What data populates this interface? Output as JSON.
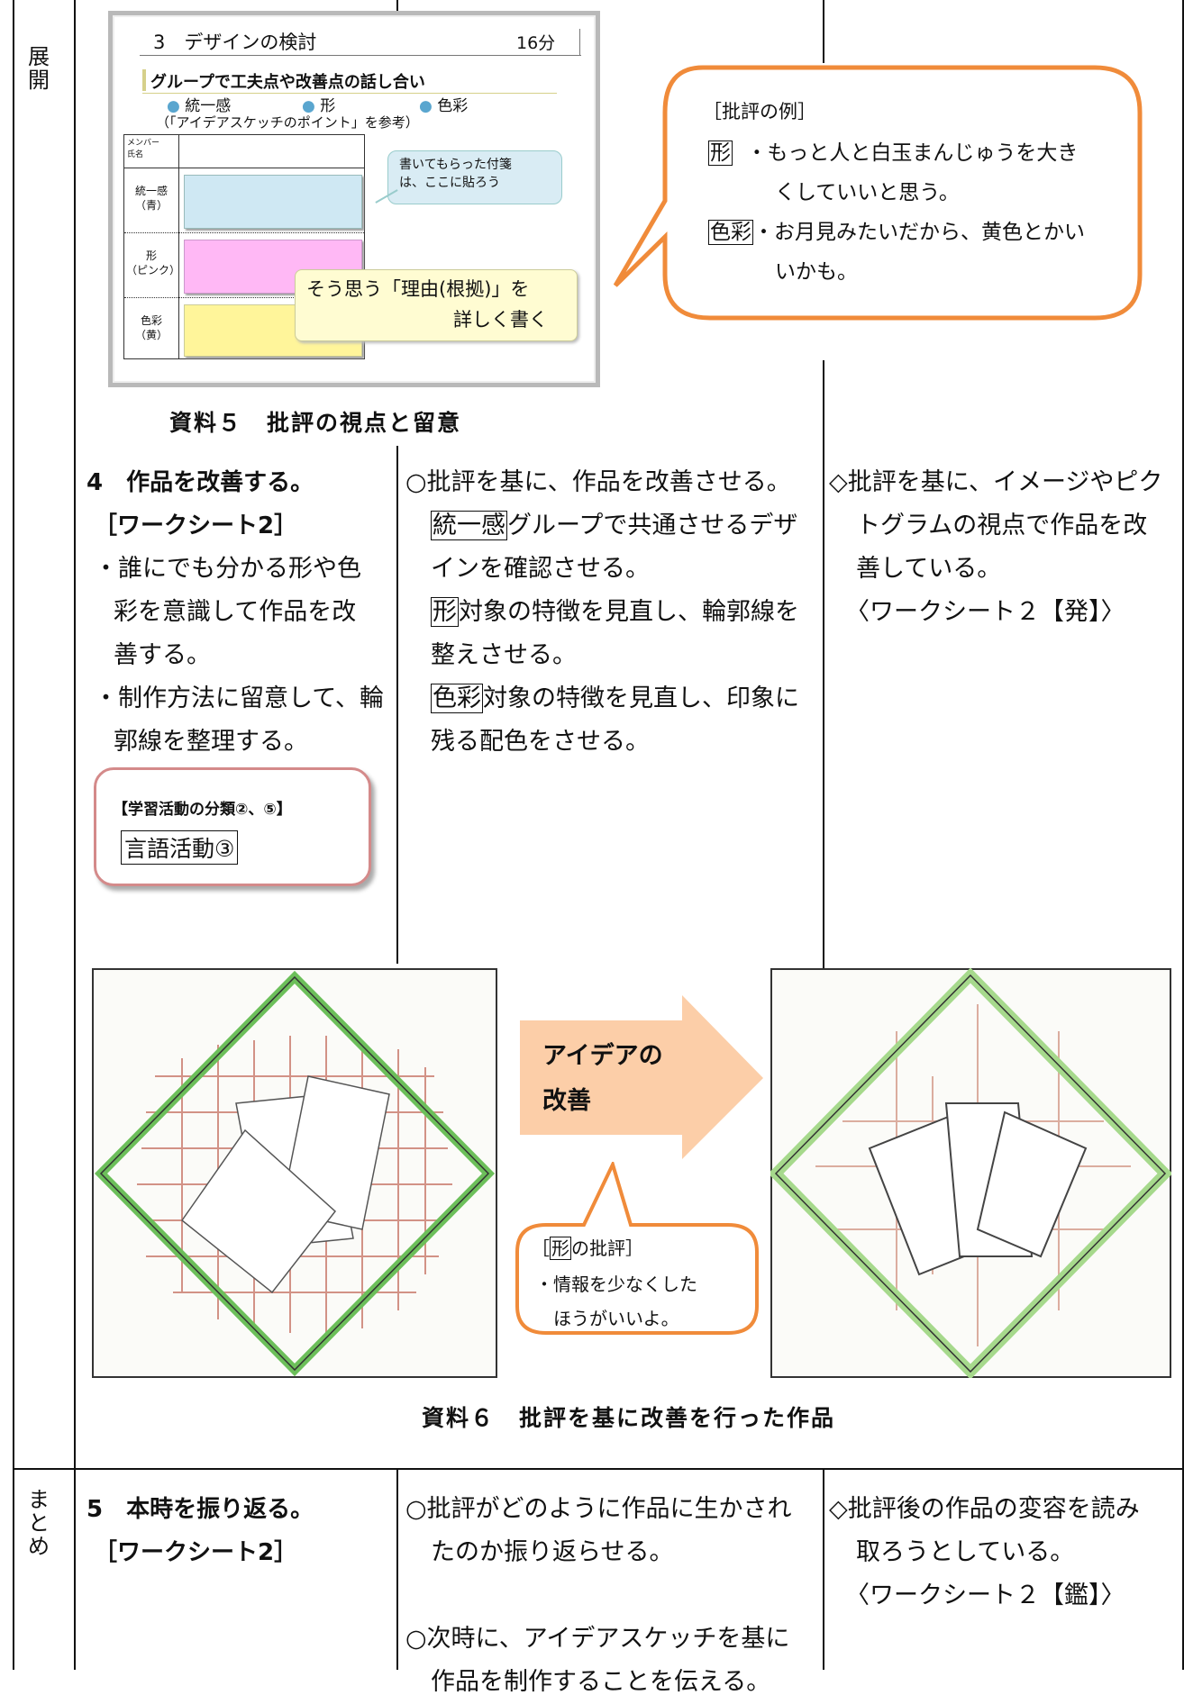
{
  "stages": {
    "tenkai": "展開",
    "matome": "まとめ"
  },
  "slide": {
    "title": "3　デザインの検討",
    "time": "16分",
    "subtitle": "グループで工夫点や改善点の話し合い",
    "bullets": [
      "統一感",
      "形",
      "色彩"
    ],
    "reference": "（「アイデアスケッチのポイント」を参考）",
    "table_header": "メンバー\n氏名",
    "rows": [
      {
        "label": "統一感\n（青）",
        "color": "#cfe8f3"
      },
      {
        "label": "形\n（ピンク）",
        "color": "#ffb8f5"
      },
      {
        "label": "色彩\n（黄）",
        "color": "#fff59a"
      }
    ],
    "sticky_note": "書いてもらった付箋\nは、ここに貼ろう",
    "reason_line1": "そう思う「理由(根拠)」を",
    "reason_line2": "詳しく書く"
  },
  "critique_bubble": {
    "heading": "［批評の例］",
    "items": [
      {
        "tag": "形",
        "text": "・もっと人と白玉まんじゅうを大き",
        "cont": "くしていいと思う。"
      },
      {
        "tag": "色彩",
        "text": "・お月見みたいだから、黄色とかい",
        "cont": "いかも。"
      }
    ]
  },
  "caption5": "資料５　批評の視点と留意",
  "step4": {
    "title": "4　作品を改善する。",
    "worksheet": "［ワークシート2］",
    "item1": [
      "・誰にでも分かる形や色",
      "彩を意識して作品を改",
      "善する。"
    ],
    "item2": [
      "・制作方法に留意して、輪",
      "郭線を整理する。"
    ],
    "badge_title": "【学習活動の分類②、⑤】",
    "badge_value": "言語活動③"
  },
  "teacher4": {
    "lead": "○批評を基に、作品を改善させる。",
    "tag1": "統一感",
    "text1a": "グループで共通させるデザ",
    "text1b": "インを確認させる。",
    "tag2": "形",
    "text2a": "対象の特徴を見直し、輪郭線を",
    "text2b": "整えさせる。",
    "tag3": "色彩",
    "text3a": "対象の特徴を見直し、印象に",
    "text3b": "残る配色をさせる。"
  },
  "eval4": {
    "line1": "◇批評を基に、イメージやピク",
    "line2": "トグラムの視点で作品を改",
    "line3": "善している。",
    "line4": "〈ワークシート２【発】〉"
  },
  "arrow_label": [
    "アイデアの",
    "改善"
  ],
  "form_bubble": {
    "tag": "形",
    "heading_rest": "の批評］",
    "heading_open": "［",
    "line1": "・情報を少なくした",
    "line2": "ほうがいいよ。"
  },
  "caption6": "資料６　批評を基に改善を行った作品",
  "step5": {
    "title": "5　本時を振り返る。",
    "worksheet": "［ワークシート2］"
  },
  "teacher5": {
    "line1": "○批評がどのように作品に生かされ",
    "line2": "たのか振り返らせる。",
    "line3": "○次時に、アイデアスケッチを基に",
    "line4": "作品を制作することを伝える。"
  },
  "eval5": {
    "line1": "◇批評後の作品の変容を読み",
    "line2": "取ろうとしている。",
    "line3": "〈ワークシート２【鑑】〉"
  }
}
